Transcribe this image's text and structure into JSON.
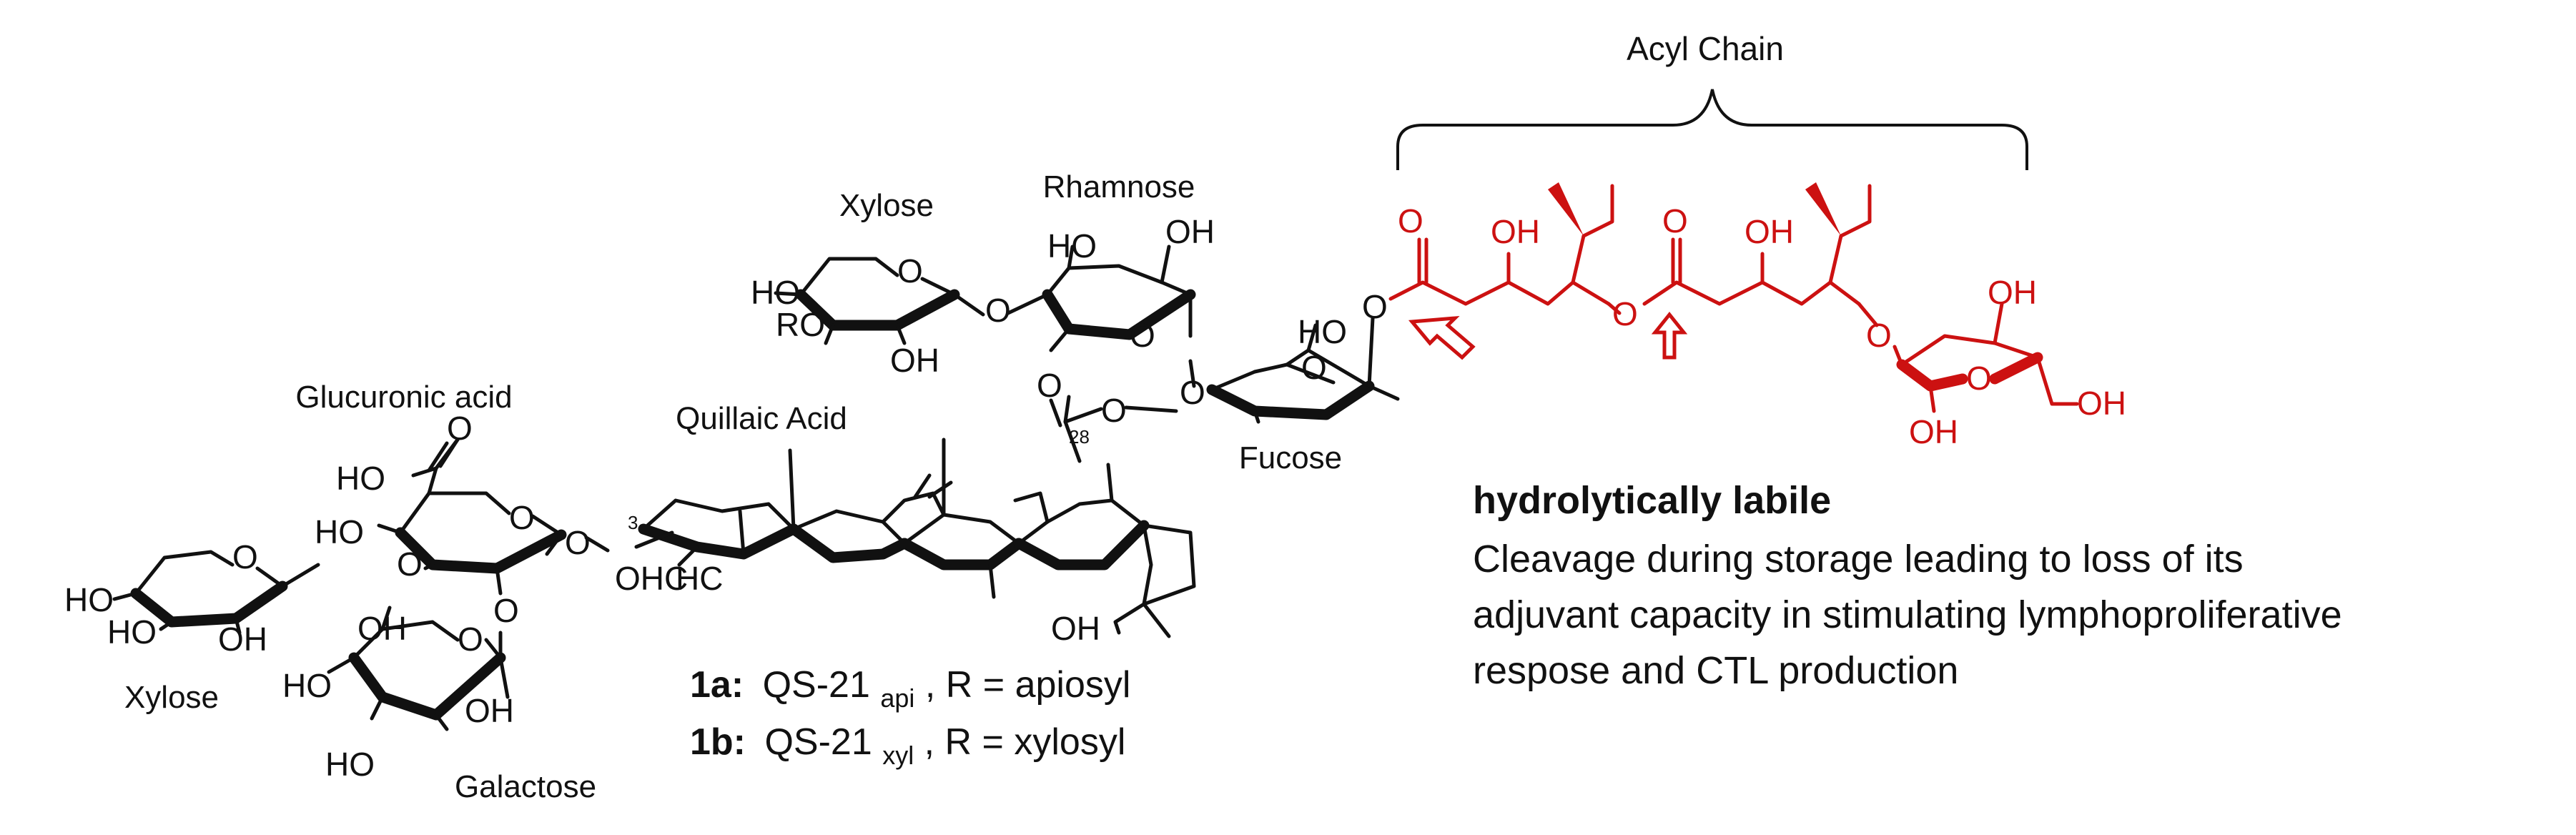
{
  "labels": {
    "acyl_chain": "Acyl Chain",
    "xylose_top": "Xylose",
    "rhamnose": "Rhamnose",
    "glucuronic_acid": "Glucuronic acid",
    "quillaic_acid": "Quillaic Acid",
    "fucose": "Fucose",
    "xylose_bottom": "Xylose",
    "galactose": "Galactose"
  },
  "atoms": {
    "ho": "HO",
    "ro": "RO",
    "oh": "OH",
    "o": "O",
    "ohc": "OHC",
    "hc": "HC",
    "c3": "3",
    "c28": "28"
  },
  "compounds": [
    {
      "id": "1a:",
      "name": "QS-21",
      "sub": "api",
      "rest": ", R = apiosyl"
    },
    {
      "id": "1b:",
      "name": "QS-21",
      "sub": "xyl",
      "rest": ", R = xylosyl"
    }
  ],
  "note": {
    "title": "hydrolytically labile",
    "lines": [
      "Cleavage during storage leading to loss of its",
      "adjuvant capacity in stimulating lymphoproliferative",
      "respose and CTL production"
    ]
  },
  "colors": {
    "labile": "#cc1111",
    "ink": "#111111"
  }
}
